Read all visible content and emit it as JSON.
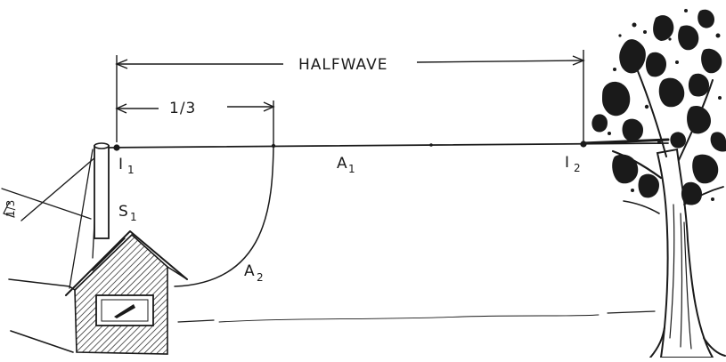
{
  "labels": {
    "halfwave": "HALFWAVE",
    "one_third": "1/3",
    "insulator_1": "I",
    "insulator_1_sub": "1",
    "insulator_2": "I",
    "insulator_2_sub": "2",
    "antenna_1": "A",
    "antenna_1_sub": "1",
    "antenna_2": "A",
    "antenna_2_sub": "2",
    "support_1": "S",
    "support_1_sub": "1",
    "side_note": "1/3"
  },
  "colors": {
    "ink": "#1a1a1a",
    "paper": "#ffffff"
  }
}
